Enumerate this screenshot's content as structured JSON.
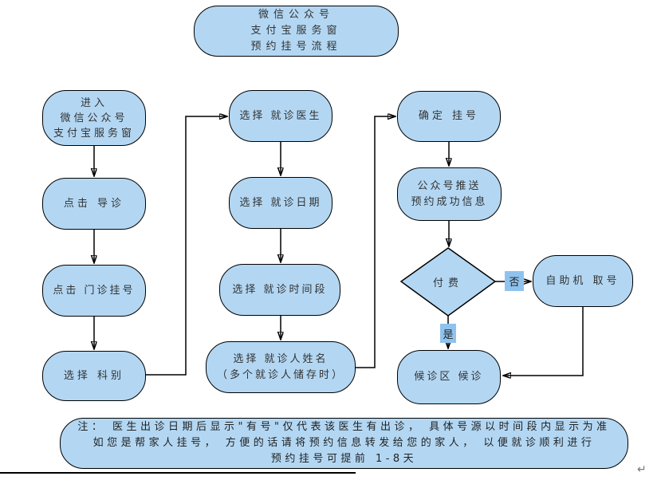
{
  "colors": {
    "node-fill": "#b3d7f3",
    "node-border": "#000000",
    "highlight-fill": "#8fc3ee",
    "line-color": "#000000",
    "text-color": "#333333",
    "page-bg": "#ffffff"
  },
  "title_node": {
    "line1": "微信公众号",
    "line2": "支付宝服务窗",
    "line3": "预约挂号流程"
  },
  "steps": {
    "entry": {
      "line1": "进入",
      "line2": "微信公众号",
      "line3": "支付宝服务窗"
    },
    "click_guide": {
      "label": "点击 导诊"
    },
    "click_outpatient": {
      "label": "点击 门诊挂号"
    },
    "select_department": {
      "label": "选择 科别"
    },
    "select_doctor": {
      "label": "选择 就诊医生"
    },
    "select_date": {
      "label": "选择 就诊日期"
    },
    "select_timeslot": {
      "label": "选择 就诊时间段"
    },
    "select_patient": {
      "line1": "选择 就诊人姓名",
      "line2": "（多个就诊人储存时）"
    },
    "confirm_registration": {
      "label": "确定 挂号"
    },
    "push_message": {
      "line1": "公众号推送",
      "line2": "预约成功信息"
    },
    "payment_decision": {
      "label": "付费",
      "yes_label": "是",
      "no_label": "否"
    },
    "self_service_machine": {
      "label": "自助机 取号"
    },
    "waiting_area": {
      "label": "候诊区 候诊"
    }
  },
  "note": {
    "line1": "注： 医生出诊日期后显示\"有号\"仅代表该医生有出诊， 具体号源以时间段内显示为准",
    "line2": "如您是帮家人挂号， 方便的话请将预约信息转发给您的家人， 以便就诊顺利进行",
    "line3": "预约挂号可提前 1-8天"
  },
  "paragraph_mark": "↵"
}
